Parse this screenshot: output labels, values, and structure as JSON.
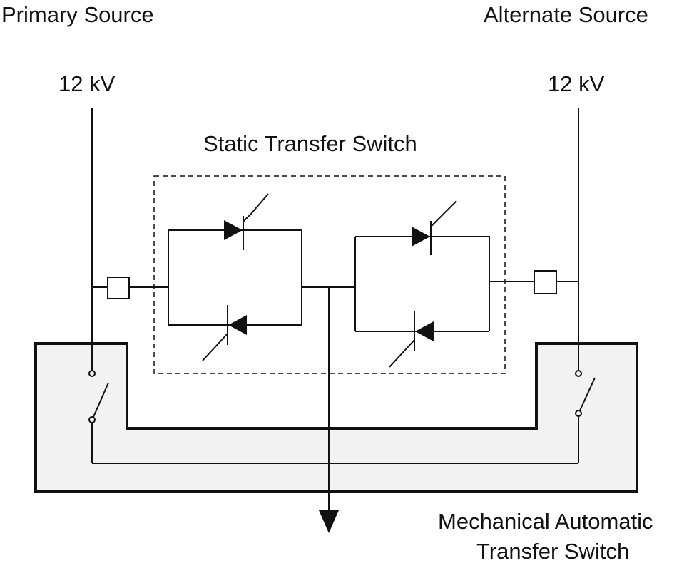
{
  "labels": {
    "primary_source": "Primary Source",
    "alternate_source": "Alternate Source",
    "primary_voltage": "12 kV",
    "alternate_voltage": "12 kV",
    "sts_title": "Static Transfer Switch",
    "mats_line1": "Mechanical Automatic",
    "mats_line2": "Transfer Switch"
  },
  "colors": {
    "line": "#111111",
    "mats_fill": "#f2f2f2",
    "background": "#ffffff"
  },
  "components": {
    "static_switch": "thyristor-pairs-antiparallel",
    "mechanical_switch": "two-single-pole-switches",
    "load": "arrow-down"
  }
}
